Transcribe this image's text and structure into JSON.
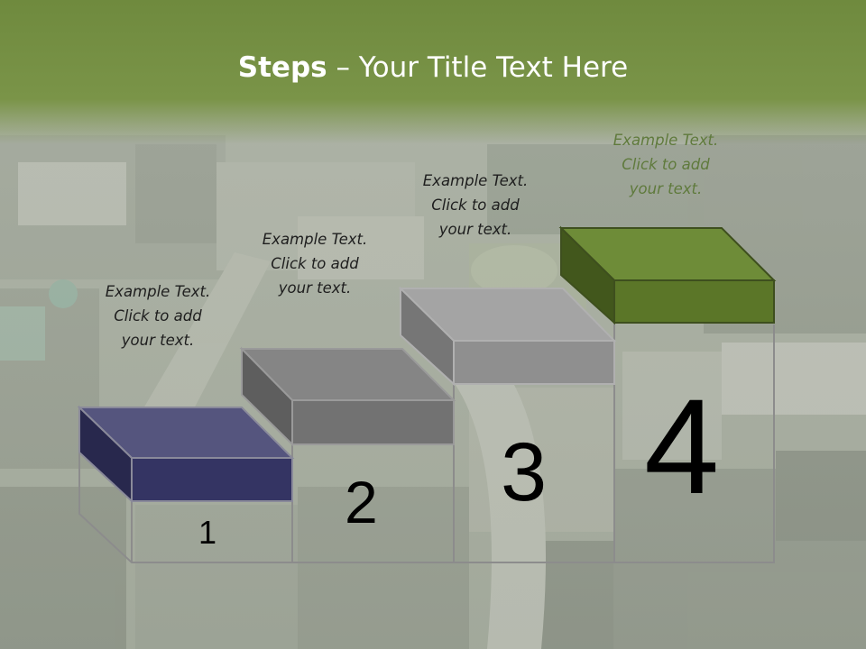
{
  "title": {
    "bold": "Steps",
    "rest": " – Your Title Text Here"
  },
  "steps": [
    {
      "number": "1",
      "caption": [
        "Example Text.",
        "Click  to add",
        "your text."
      ],
      "color": "#4a4a7a"
    },
    {
      "number": "2",
      "caption": [
        "Example Text.",
        "Click  to add",
        "your text."
      ],
      "color": "#7a7a7a"
    },
    {
      "number": "3",
      "caption": [
        "Example Text.",
        "Click  to add",
        "your text."
      ],
      "color": "#8e8e8e"
    },
    {
      "number": "4",
      "caption": [
        "Example Text.",
        "Click  to add",
        "your text."
      ],
      "color": "#5f7a2e"
    }
  ],
  "colors": {
    "title_band": "#7a9448",
    "title_text": "#ffffff"
  }
}
